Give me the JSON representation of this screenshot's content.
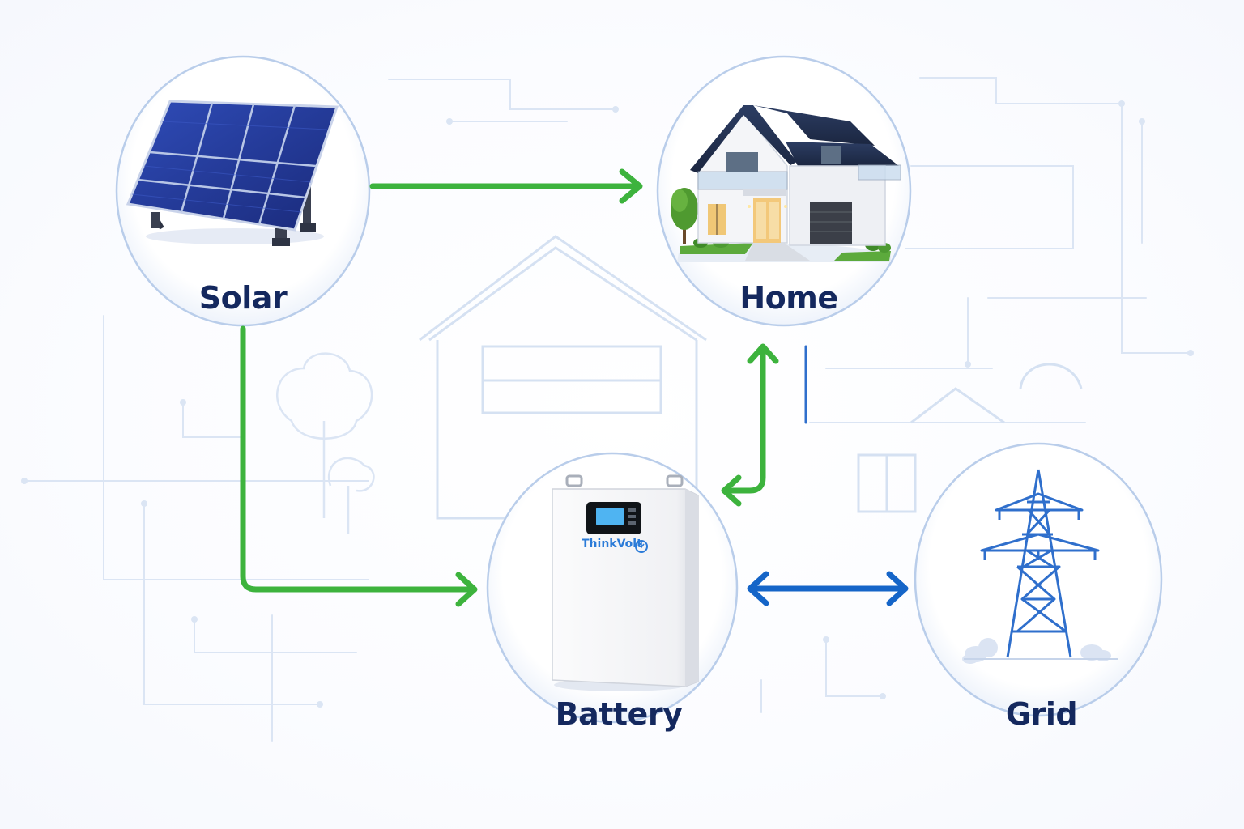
{
  "nodes": {
    "solar": {
      "label": "Solar",
      "icon": "solar-panel-icon"
    },
    "home": {
      "label": "Home",
      "icon": "house-icon"
    },
    "battery": {
      "label": "Battery",
      "icon": "battery-icon",
      "brand": "ThinkVolt"
    },
    "grid": {
      "label": "Grid",
      "icon": "transmission-tower-icon"
    }
  },
  "flows": [
    {
      "from": "solar",
      "to": "home",
      "direction": "one-way",
      "color": "#3db33d"
    },
    {
      "from": "solar",
      "to": "battery",
      "direction": "one-way",
      "color": "#3db33d"
    },
    {
      "from": "battery",
      "to": "home",
      "direction": "two-way",
      "color": "#3db33d"
    },
    {
      "from": "battery",
      "to": "grid",
      "direction": "two-way",
      "color": "#1565c8"
    }
  ],
  "colors": {
    "label": "#14285e",
    "green_flow": "#3db33d",
    "blue_flow": "#1565c8",
    "circle_border": "#b9cdea",
    "brand": "#2b7bd8"
  }
}
